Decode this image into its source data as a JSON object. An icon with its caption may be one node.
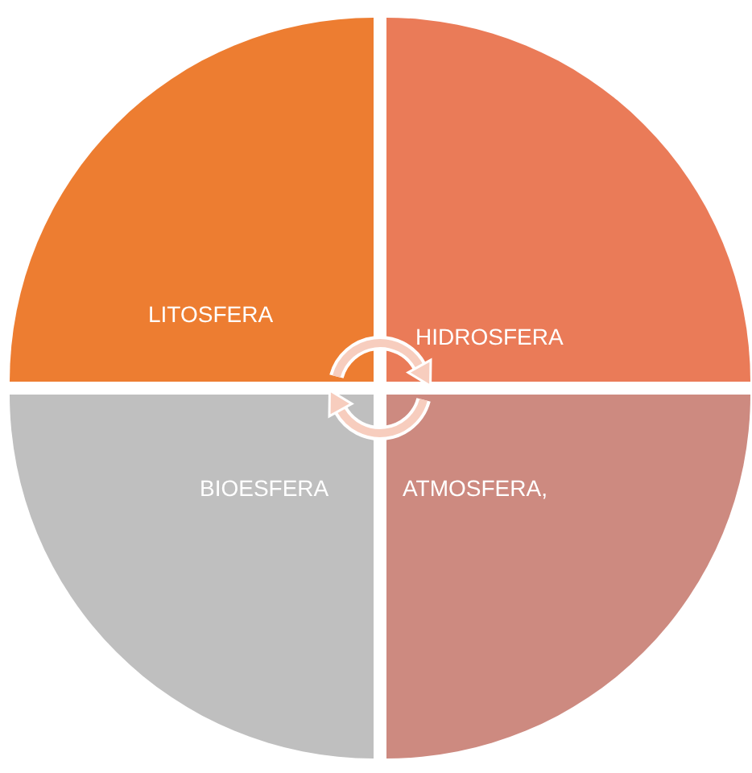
{
  "diagram": {
    "nodes": [
      {
        "text": [
          "LITOSFERA"
        ]
      },
      {
        "text": [
          "HIDROSFERA"
        ]
      },
      {
        "text": [
          "BIOESFERA"
        ]
      },
      {
        "text": [
          "ATMOSFERA,"
        ]
      }
    ],
    "edges": [
      {
        "from": 0,
        "to": 1,
        "arrow": "to"
      },
      {
        "from": 3,
        "to": 2,
        "arrow": "to"
      }
    ]
  }
}
